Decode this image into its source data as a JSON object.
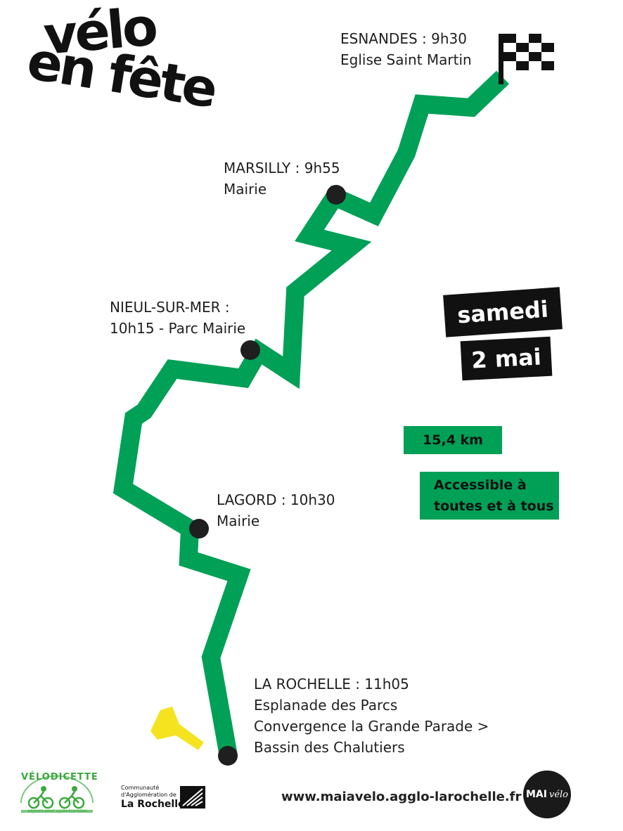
{
  "logo": {
    "line1": "vélo",
    "line2": "en fête"
  },
  "stops": [
    {
      "name": "ESNANDES : 9h30",
      "lines": [
        "Eglise Saint Martin"
      ]
    },
    {
      "name": "MARSILLY : 9h55",
      "lines": [
        "Mairie"
      ]
    },
    {
      "name": "NIEUL-SUR-MER :",
      "lines": [
        "10h15 - Parc Mairie"
      ]
    },
    {
      "name": "LAGORD : 10h30",
      "lines": [
        "Mairie"
      ]
    },
    {
      "name": "LA ROCHELLE : 11h05",
      "lines": [
        "Esplanade des Parcs",
        "Convergence la Grande Parade >",
        "Bassin des Chalutiers"
      ]
    }
  ],
  "date": {
    "day": "samedi",
    "date": "2 mai"
  },
  "distance": "15,4 km",
  "accessibility": {
    "line1": "Accessible à",
    "line2": "toutes et à tous"
  },
  "website": "www.maiavelo.agglo-larochelle.fr",
  "footer": {
    "velodicette": {
      "name": "VÉLODICETTE",
      "tagline": "séjours pour cyclo-touristes"
    },
    "agglo": {
      "line1": "Communauté",
      "line2": "d'Agglomération de",
      "line3": "La Rochelle"
    },
    "maiavelo": {
      "mai": "MAI",
      "velo": "vélo"
    }
  },
  "colors": {
    "route": "#00a056",
    "marker": "#1f1f1f",
    "highlight": "#f5e320",
    "tag_bg": "#111111"
  },
  "icons": [
    "checkered-flag-icon",
    "stop-marker-icon",
    "arrow-marker-icon",
    "agglo-logo-icon",
    "bikes-icon"
  ]
}
